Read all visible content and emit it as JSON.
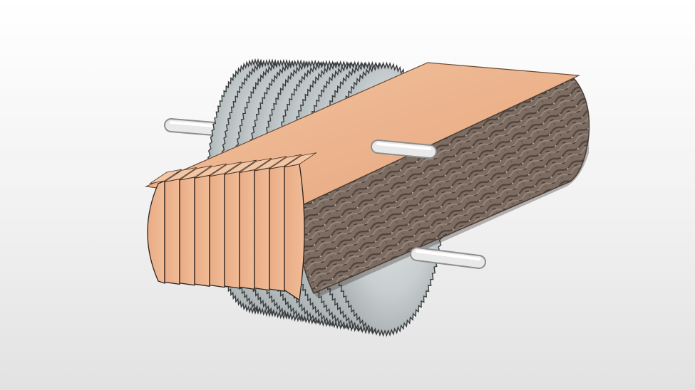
{
  "colors": {
    "background_top": "#ffffff",
    "background_bottom": "#e2e2e2",
    "blade_fill": "#cfd5d6",
    "blade_edge": "#3a3d3e",
    "shaft": "#e9e9e9",
    "wood_end_grain": "#e7a77f",
    "wood_top": "#efb48d",
    "bark": "#7a6a5f",
    "bark_dark": "#4a3f38"
  },
  "scene": {
    "blade_count": 10,
    "board_count": 10,
    "shaft_ends": 3,
    "icons": [
      "saw-blade-icon",
      "arbor-shaft-icon",
      "log-icon",
      "board-icon"
    ]
  }
}
